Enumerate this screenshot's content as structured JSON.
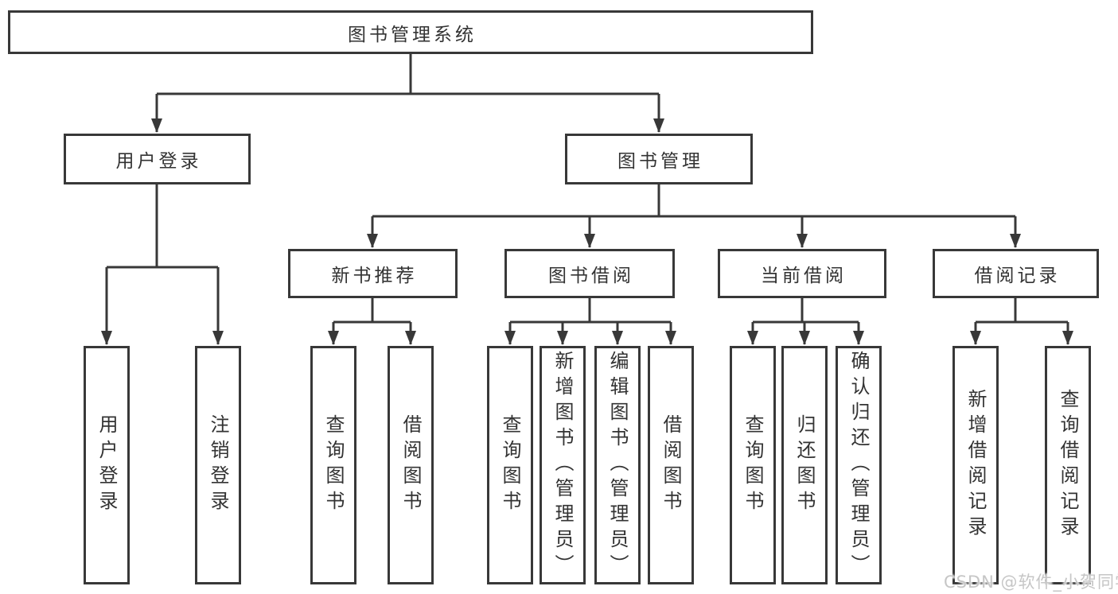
{
  "diagram": {
    "root": {
      "label": "图书管理系统"
    },
    "level2": {
      "user_login": {
        "label": "用户登录"
      },
      "book_management": {
        "label": "图书管理"
      }
    },
    "level3": {
      "new_book_recommend": {
        "label": "新书推荐"
      },
      "book_borrow": {
        "label": "图书借阅"
      },
      "current_borrow": {
        "label": "当前借阅"
      },
      "borrow_records": {
        "label": "借阅记录"
      }
    },
    "leaves": {
      "user_login_leaf": {
        "label": "用户登录"
      },
      "logout": {
        "label": "注销登录"
      },
      "nb_query": {
        "label": "查询图书"
      },
      "nb_borrow": {
        "label": "借阅图书"
      },
      "bb_query": {
        "label": "查询图书"
      },
      "bb_add": {
        "label": "新增图书（管理员）"
      },
      "bb_edit": {
        "label": "编辑图书（管理员）"
      },
      "bb_borrow": {
        "label": "借阅图书"
      },
      "cb_query": {
        "label": "查询图书"
      },
      "cb_return": {
        "label": "归还图书"
      },
      "cb_confirm": {
        "label": "确认归还（管理员）"
      },
      "br_add": {
        "label": "新增借阅记录"
      },
      "br_query": {
        "label": "查询借阅记录"
      }
    },
    "watermark": "CSDN @软件_小贺同学",
    "colors": {
      "line": "#383838",
      "text": "#333333",
      "watermark": "#c6c6c6",
      "background": "#ffffff"
    }
  }
}
